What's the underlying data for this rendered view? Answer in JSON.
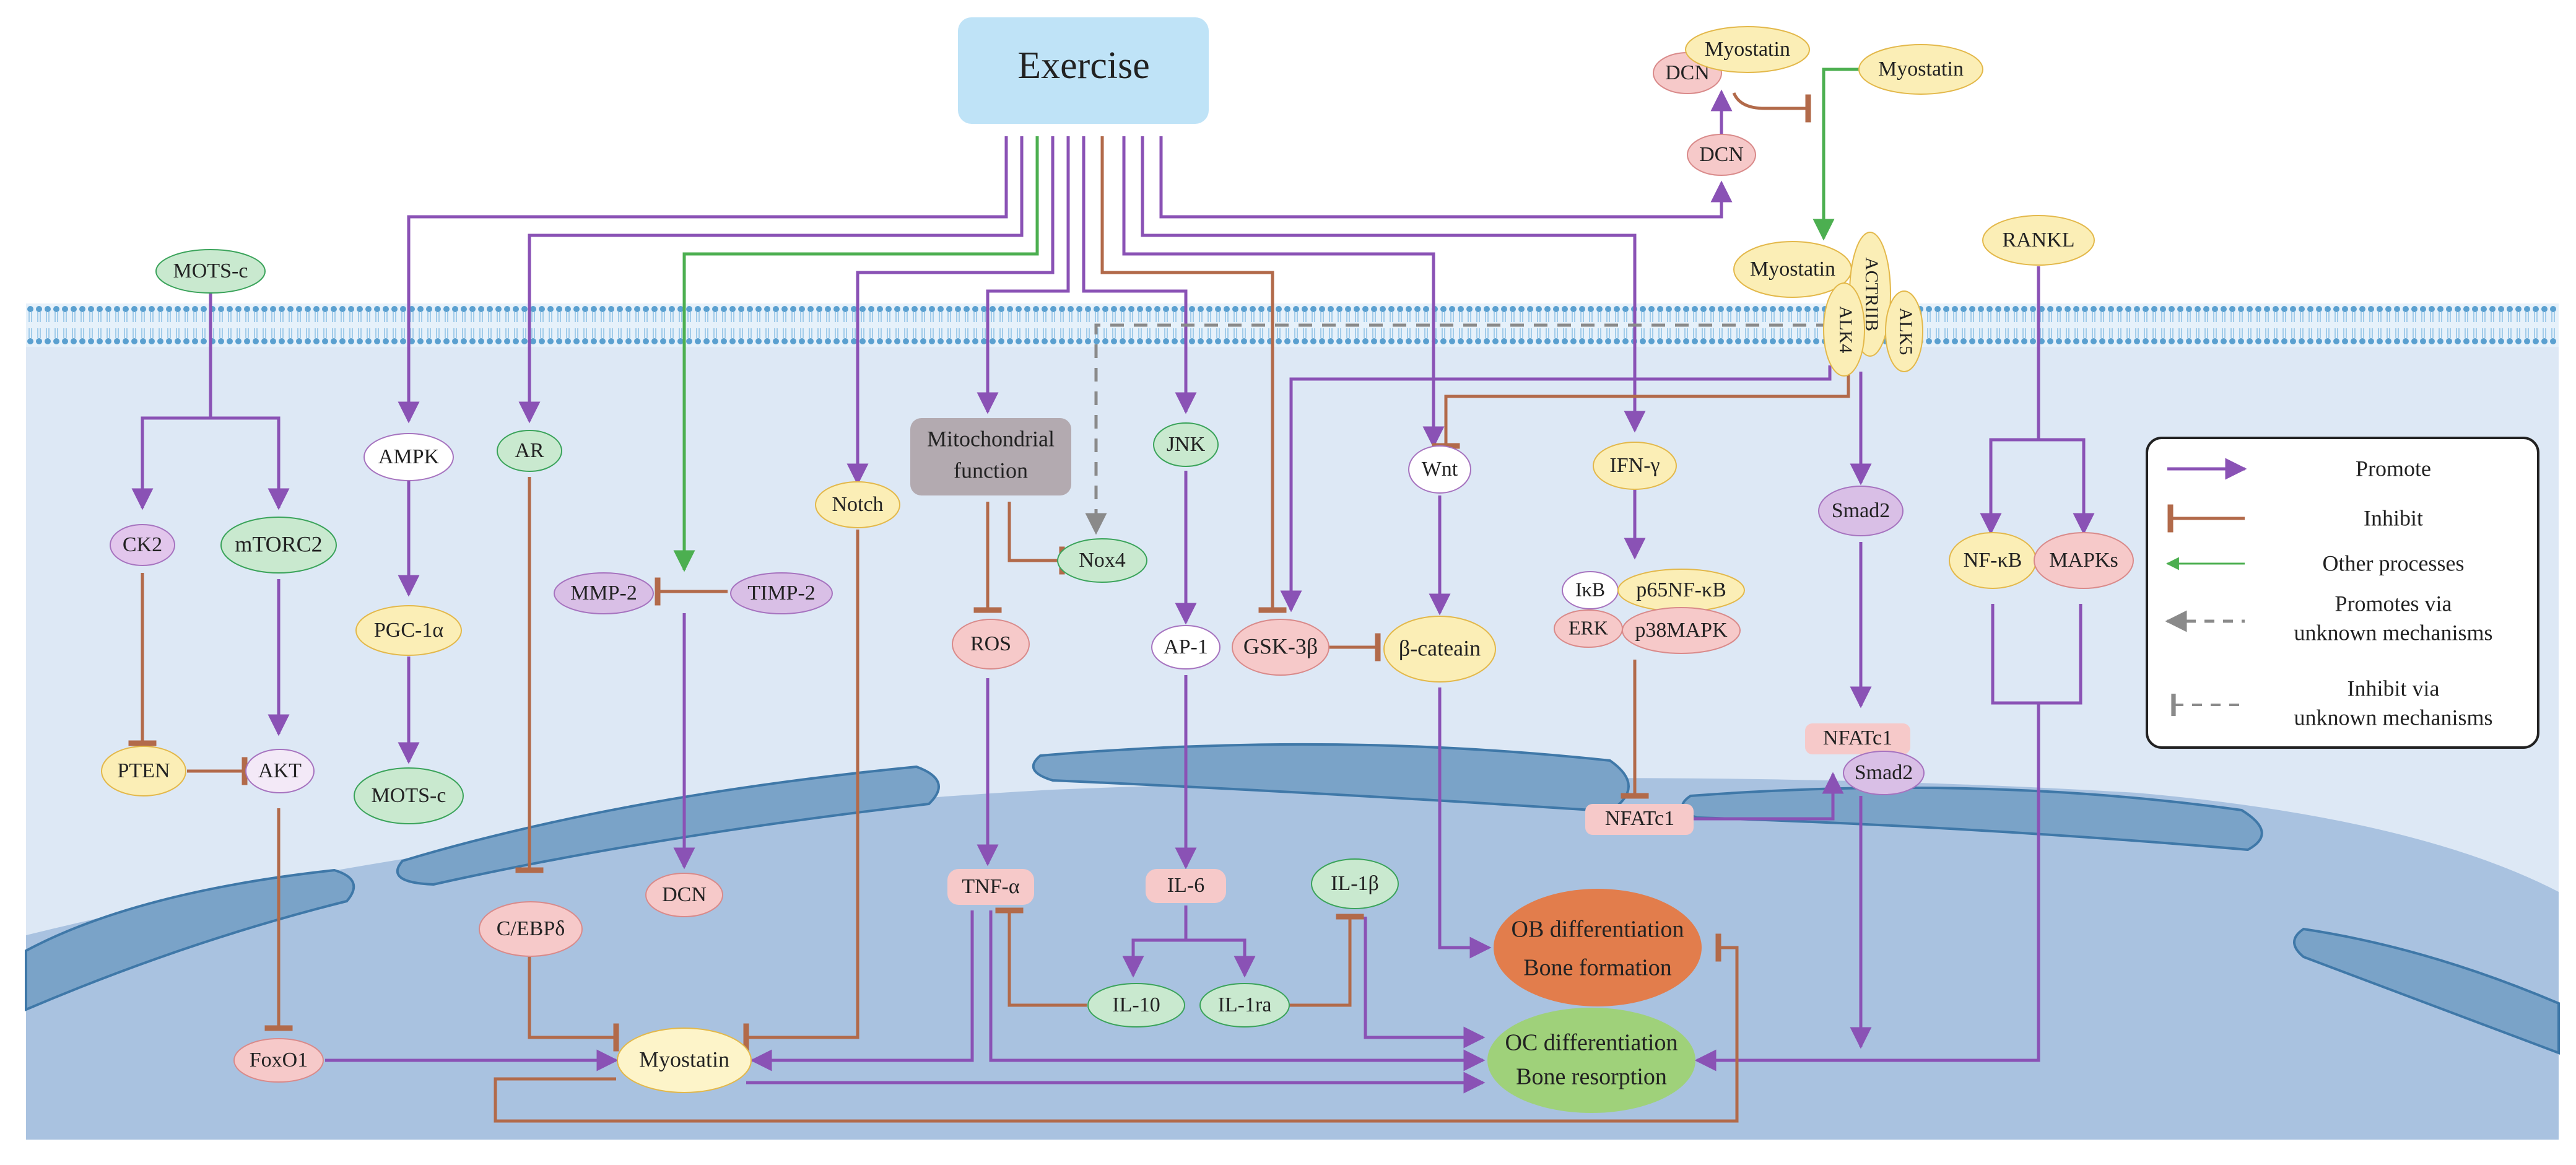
{
  "colors": {
    "promote": "#8a52b5",
    "inhibit": "#b26a4a",
    "other": "#4caf50",
    "unknown": "#8a8a8a",
    "cell_bg": "#dde8f5",
    "nucleus": "#a9c2e0",
    "nucleus_edge": "#3f78a8",
    "membrane": "#6aa9d4"
  },
  "title": "Exercise",
  "nodes": {
    "mots_c_top": "MOTS-c",
    "ck2": "CK2",
    "mtorc2": "mTORC2",
    "pten": "PTEN",
    "akt": "AKT",
    "foxo1": "FoxO1",
    "ampk": "AMPK",
    "pgc1a": "PGC-1α",
    "mots_c_bottom": "MOTS-c",
    "ar": "AR",
    "cebpd": "C/EBPδ",
    "mmp2": "MMP-2",
    "timp2": "TIMP-2",
    "dcn_lower": "DCN",
    "notch": "Notch",
    "mito_line1": "Mitochondrial",
    "mito_line2": "function",
    "nox4": "Nox4",
    "ros": "ROS",
    "tnfa": "TNF-α",
    "jnk": "JNK",
    "ap1": "AP-1",
    "il6": "IL-6",
    "il10": "IL-10",
    "il1ra": "IL-1ra",
    "il1b": "IL-1β",
    "gsk3b": "GSK-3β",
    "wnt": "Wnt",
    "bcatenin": "β-cateain",
    "ifng": "IFN-γ",
    "ikb": "IκB",
    "p65nfkb": "p65NF-κB",
    "erk": "ERK",
    "p38mapk": "p38MAPK",
    "nfatc1_lower": "NFATc1",
    "smad2": "Smad2",
    "nfatc1_upper": "NFATc1",
    "smad2_nuc": "Smad2",
    "rankl": "RANKL",
    "nfkb": "NF-κB",
    "mapks": "MAPKs",
    "myostatin_center": "Myostatin",
    "myostatin_top1": "Myostatin",
    "dcn_top1": "DCN",
    "myostatin_top2": "Myostatin",
    "dcn_top2": "DCN",
    "myostatin_receptor": "Myostatin",
    "actriib": "ACTRIIB",
    "alk4": "ALK4",
    "alk5": "ALK5",
    "ob_line1": "OB differentiation",
    "ob_line2": "Bone formation",
    "oc_line1": "OC differentiation",
    "oc_line2": "Bone resorption"
  },
  "legend": {
    "promote": "Promote",
    "inhibit": "Inhibit",
    "other": "Other processes",
    "promotes_unknown_1": "Promotes via",
    "promotes_unknown_2": "unknown mechanisms",
    "inhibit_unknown_1": "Inhibit via",
    "inhibit_unknown_2": "unknown mechanisms"
  }
}
